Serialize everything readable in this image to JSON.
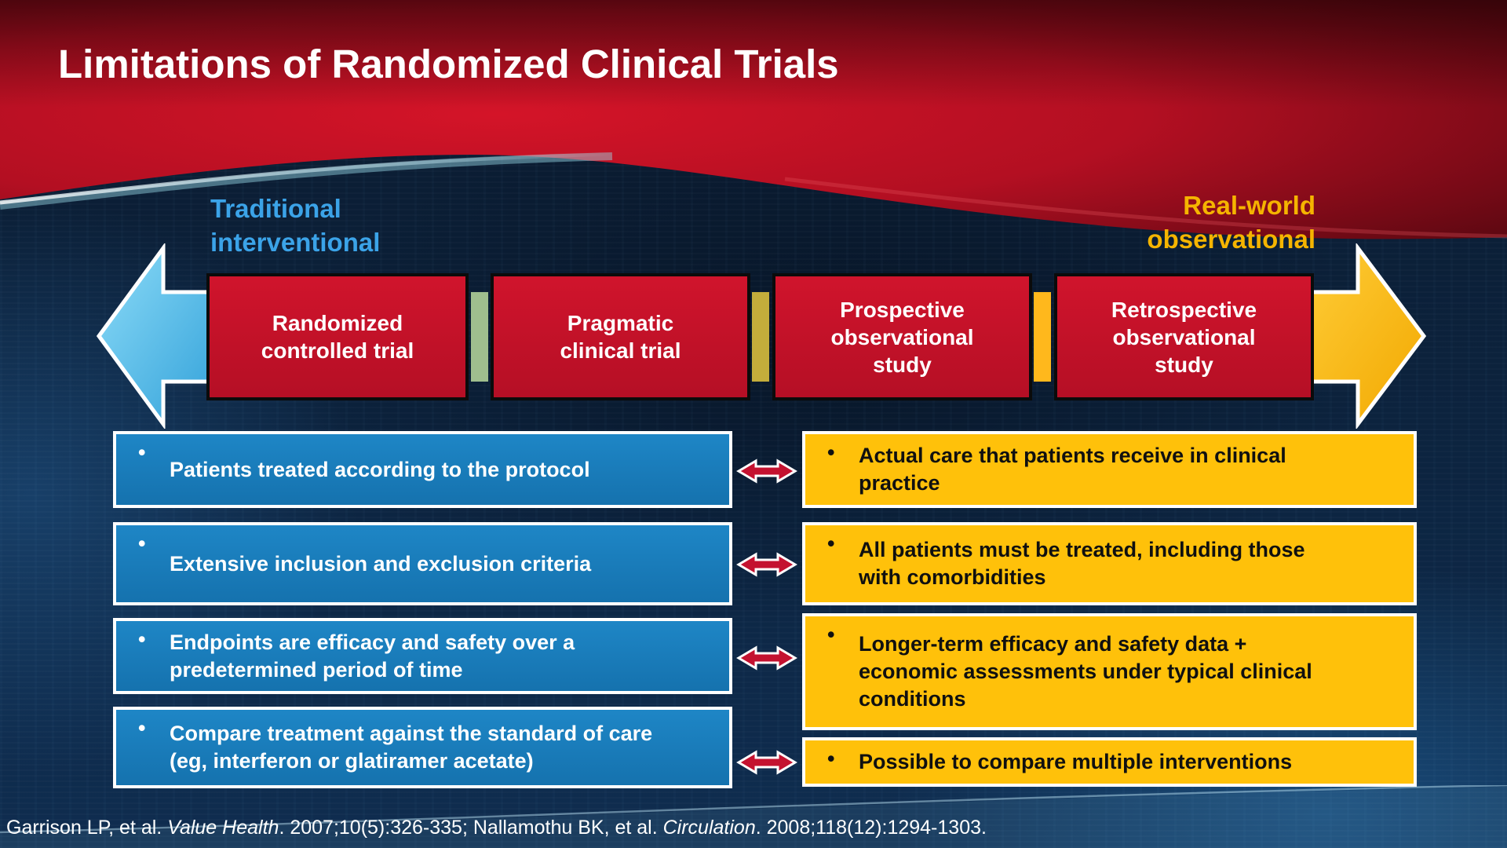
{
  "header": {
    "title": "Limitations of Randomized Clinical Trials"
  },
  "labels": {
    "left": {
      "line1": "Traditional",
      "line2": "interventional"
    },
    "right": {
      "line1": "Real-world",
      "line2": "observational"
    }
  },
  "flow": {
    "boxes": [
      {
        "lines": [
          "Randomized",
          "controlled trial"
        ]
      },
      {
        "lines": [
          "Pragmatic",
          "clinical trial"
        ]
      },
      {
        "lines": [
          "Prospective",
          "observational",
          "study"
        ]
      },
      {
        "lines": [
          "Retrospective",
          "observational",
          "study"
        ]
      }
    ]
  },
  "comparison": {
    "bullet_char": "•",
    "rows": [
      {
        "left": "Patients treated according to the protocol",
        "right": "Actual care that patients receive in clinical practice"
      },
      {
        "left": "Extensive inclusion and exclusion criteria",
        "right": "All patients must be treated, including those with comorbidities"
      },
      {
        "left": "Endpoints are efficacy and safety over a predetermined period of time",
        "right": "Longer-term efficacy and safety data + economic assessments under typical clinical conditions"
      },
      {
        "left": "Compare treatment against the standard of care (eg, interferon or glatiramer acetate)",
        "right": "Possible to compare multiple interventions"
      }
    ]
  },
  "citation": {
    "p1": "Garrison LP, et al. ",
    "p2": "Value Health",
    "p3": ". 2007;10(5):326-335; Nallamothu BK, et al. ",
    "p4": "Circulation",
    "p5": ". 2008;118(12):1294-1303."
  },
  "colors": {
    "header_red": "#C01020",
    "flow_box_red": "#C51230",
    "left_box_blue": "#1879B8",
    "right_box_yellow": "#FFC10A",
    "left_label_blue": "#3BA3E8",
    "right_label_gold": "#F5B400",
    "connector_green": "#9FBE8E",
    "connector_olive": "#C3AD3B",
    "connector_gold": "#FFB81C",
    "arrow_blue": "#3FAEE3",
    "arrow_gold": "#FFB900",
    "double_arrow_red": "#C41230",
    "background_navy": "#0C2440"
  }
}
